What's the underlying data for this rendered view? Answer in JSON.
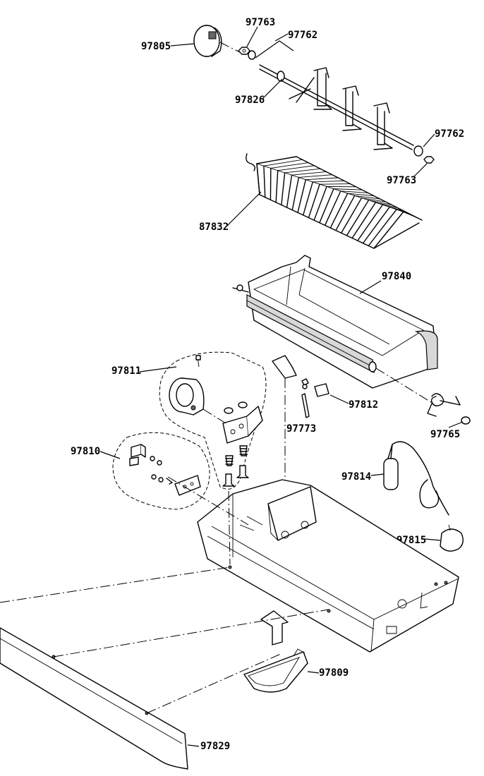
{
  "labels": {
    "p97805": "97805",
    "p97763a": "97763",
    "p97762a": "97762",
    "p97826": "97826",
    "p97762b": "97762",
    "p97763b": "97763",
    "p87832": "87832",
    "p97840": "97840",
    "p97811": "97811",
    "p97812": "97812",
    "p97773": "97773",
    "p97765": "97765",
    "p97810": "97810",
    "p97814": "97814",
    "p97815": "97815",
    "p97809": "97809",
    "p97829": "97829"
  }
}
